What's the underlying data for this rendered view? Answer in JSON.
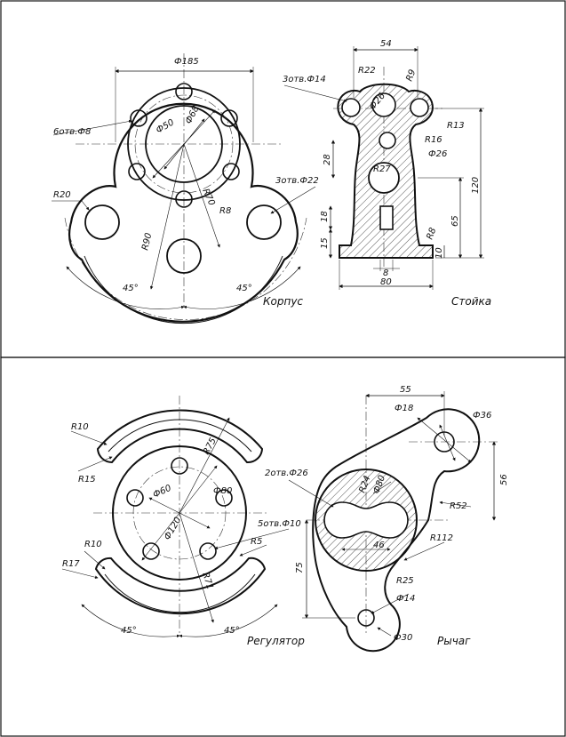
{
  "top": {
    "korpus": {
      "caption": "Корпус",
      "dims": {
        "d185": "Ф185",
        "d68": "Ф68",
        "d50": "Ф50",
        "holes8": "6отв.Ф8",
        "holes22": "3отв.Ф22",
        "r20": "R20",
        "r70": "R70",
        "r8": "R8",
        "r90": "R90",
        "ang_left": "45°",
        "ang_right": "45°"
      }
    },
    "stoyka": {
      "caption": "Стойка",
      "dims": {
        "w54": "54",
        "r22": "R22",
        "r9": "R9",
        "holes14": "3отв.Ф14",
        "d26a": "Ф26",
        "r13": "R13",
        "r16": "R16",
        "d26b": "Ф26",
        "r27": "R27",
        "h28": "28",
        "h120": "120",
        "h18": "18",
        "h15": "15",
        "h65": "65",
        "r8": "R8",
        "h10": "10",
        "w8": "8",
        "w80": "80"
      }
    }
  },
  "bottom": {
    "regulyator": {
      "caption": "Регулятор",
      "dims": {
        "r10a": "R10",
        "r15": "R15",
        "r75": "R75",
        "d60": "Ф60",
        "d80": "Ф80",
        "d120": "Ф120",
        "holes10": "5отв.Ф10",
        "r5": "R5",
        "r10b": "R10",
        "r17": "R17",
        "r71": "R71",
        "ang_left": "45°",
        "ang_right": "45°"
      }
    },
    "rychag": {
      "caption": "Рычаг",
      "dims": {
        "w55": "55",
        "d18": "Ф18",
        "d36": "Ф36",
        "holes26": "2отв.Ф26",
        "r24": "R24",
        "d80": "Ф80",
        "h56": "56",
        "r52": "R52",
        "w46": "46",
        "r112": "R112",
        "h75": "75",
        "r25": "R25",
        "d14": "Ф14",
        "d30": "Ф30"
      }
    }
  }
}
